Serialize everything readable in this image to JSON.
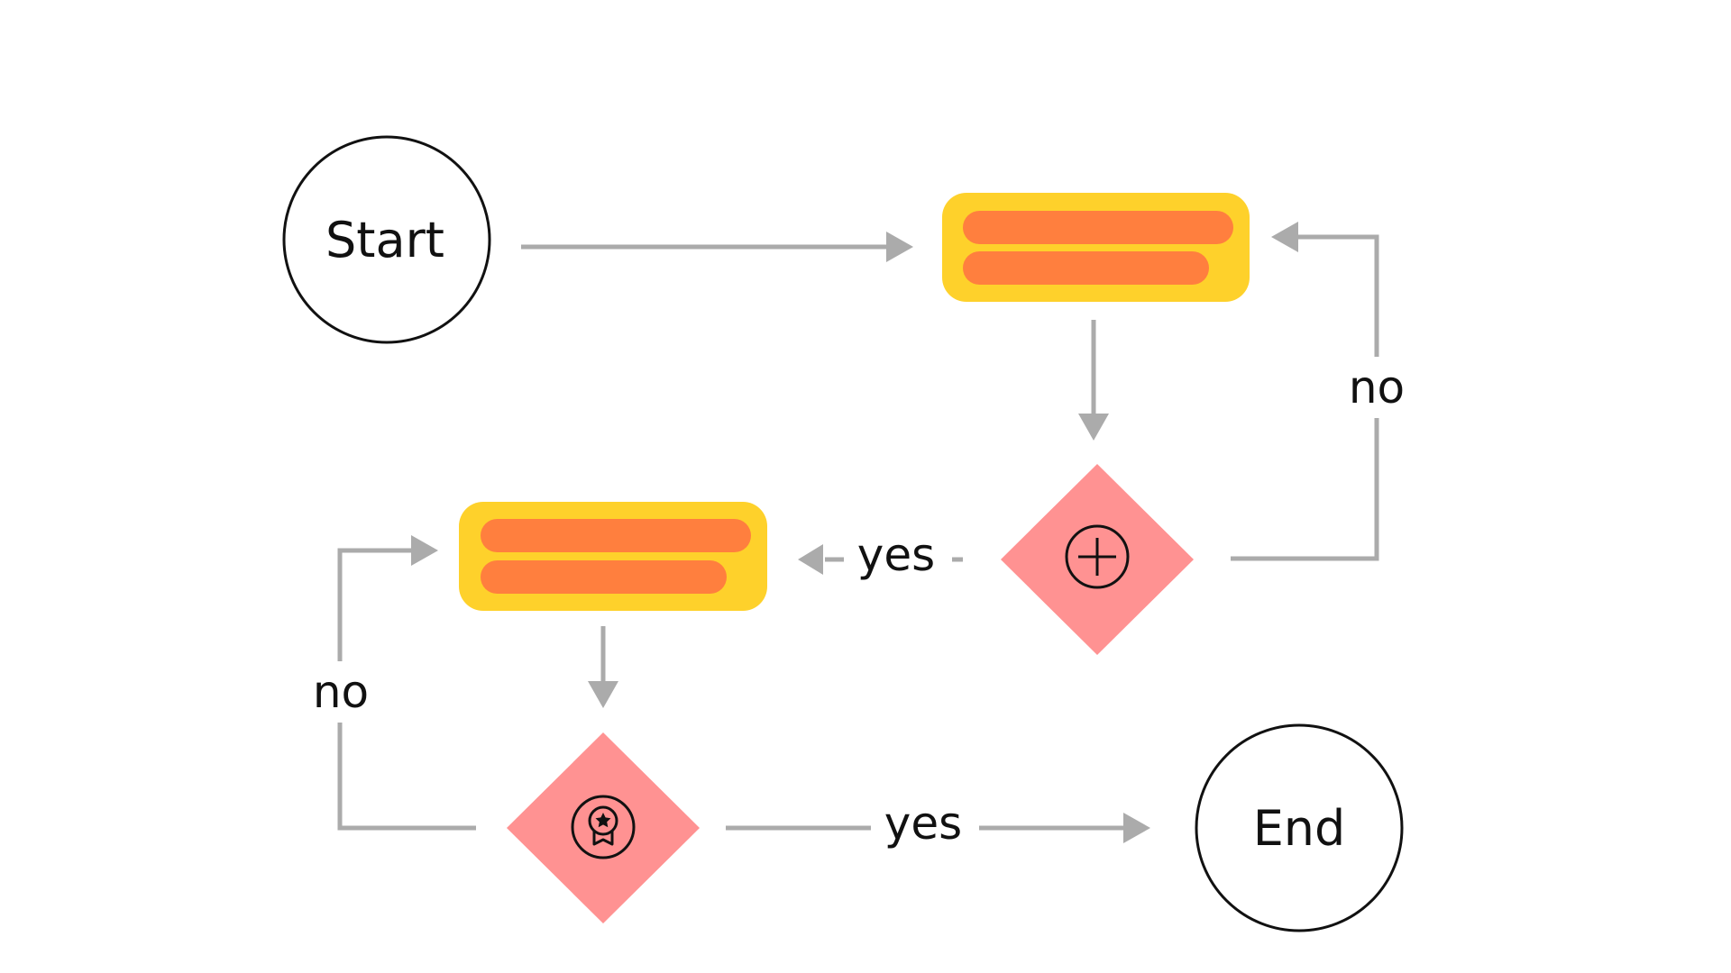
{
  "diagram": {
    "nodes": {
      "start": {
        "label": "Start"
      },
      "end": {
        "label": "End"
      },
      "decision_1": {
        "icon": "plus-circle-icon"
      },
      "decision_2": {
        "icon": "award-badge-icon"
      }
    },
    "edges": {
      "decision_1_yes": {
        "label": "yes"
      },
      "decision_1_no": {
        "label": "no"
      },
      "decision_2_yes": {
        "label": "yes"
      },
      "decision_2_no": {
        "label": "no"
      }
    }
  },
  "colors": {
    "process_fill": "#fed12b",
    "process_bar": "#ff7f3e",
    "decision_fill": "#ff9292",
    "connector": "#ababab",
    "outline": "#111111"
  }
}
